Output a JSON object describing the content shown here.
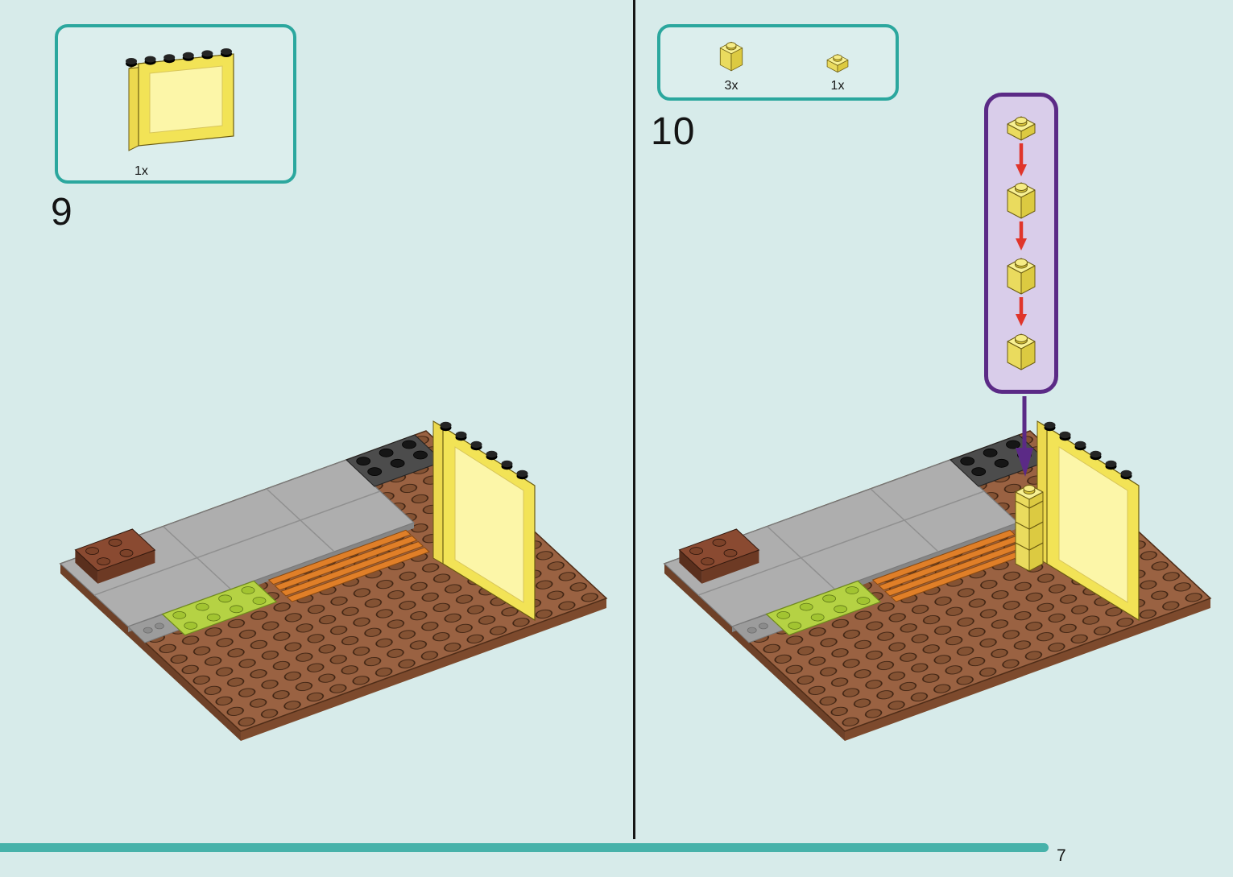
{
  "page": {
    "number": "7",
    "background": "#d7ebea",
    "footer_bar_color": "#47b2aa",
    "divider_color": "#161616"
  },
  "steps": {
    "step9": {
      "number": "9",
      "parts": [
        {
          "name": "panel-1x6x5-yellow",
          "count": "1x"
        }
      ]
    },
    "step10": {
      "number": "10",
      "parts": [
        {
          "name": "brick-1x1-yellow",
          "count": "3x"
        },
        {
          "name": "plate-1x1-yellow",
          "count": "1x"
        }
      ],
      "callout": {
        "border_color": "#5b2a86",
        "fill_color": "#d9cdea",
        "stack_pieces_top_to_bottom": [
          "plate-1x1-yellow",
          "brick-1x1-yellow",
          "brick-1x1-yellow",
          "brick-1x1-yellow"
        ],
        "stack_arrow_color": "#e0352b",
        "placement_arrow_color": "#5b2a86"
      }
    }
  },
  "colors": {
    "parts_box_border": "#2ba79e",
    "parts_box_fill": "#dceeed",
    "lego_yellow": "#f2e356",
    "baseplate_brown": "#9a6242",
    "plate_gray": "#aeaeae",
    "tile_dark_gray": "#4c4c4c",
    "plate_green": "#b5d244",
    "tile_orange": "#e07f28",
    "brick_reddish_brown": "#6d3a24"
  }
}
